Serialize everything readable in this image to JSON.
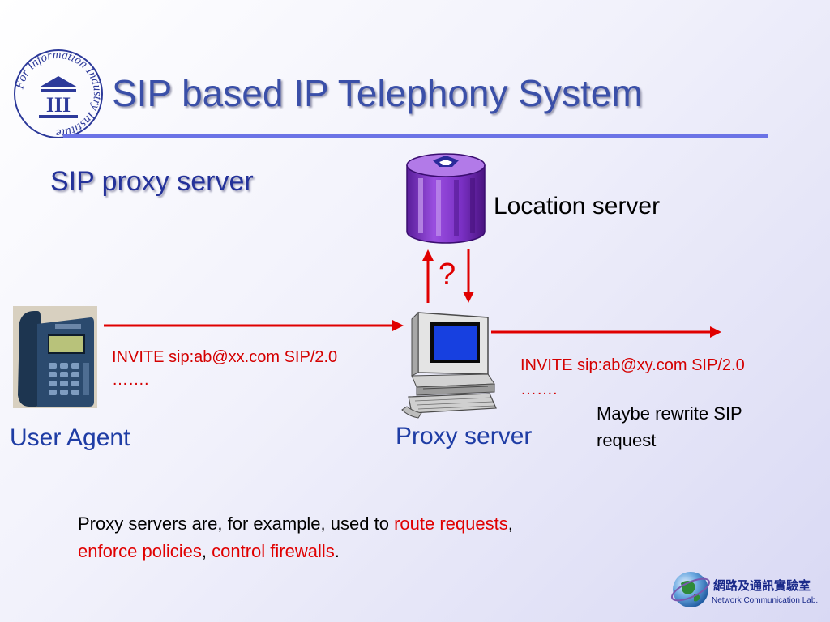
{
  "title": "SIP based IP Telephony System",
  "subtitle": "SIP proxy server",
  "logo_left": {
    "ring_text": "For Information Industry Institute",
    "letters": "III"
  },
  "nodes": {
    "location_server": "Location server",
    "user_agent": "User Agent",
    "proxy_server": "Proxy server"
  },
  "query_mark": "?",
  "messages": {
    "invite_in": "INVITE sip:ab@xx.com SIP/2.0",
    "invite_in_more": "…….",
    "invite_out": "INVITE sip:ab@xy.com SIP/2.0",
    "invite_out_more": "…….",
    "rewrite_note_1": "Maybe rewrite SIP",
    "rewrite_note_2": "request"
  },
  "paragraph": {
    "p1": "Proxy servers are, for example, used to ",
    "r1": "route requests",
    "p2": ",",
    "r2": "enforce policies",
    "p3": ", ",
    "r3": "control firewalls",
    "p4": "."
  },
  "logo_right": {
    "chinese": "網路及通訊實驗室",
    "english": "Network Communication Lab."
  },
  "colors": {
    "title": "#3a4fa8",
    "rule": "#6b73e6",
    "arrow": "#e00000",
    "label_blue": "#1f3da5",
    "highlight": "#e00000"
  }
}
